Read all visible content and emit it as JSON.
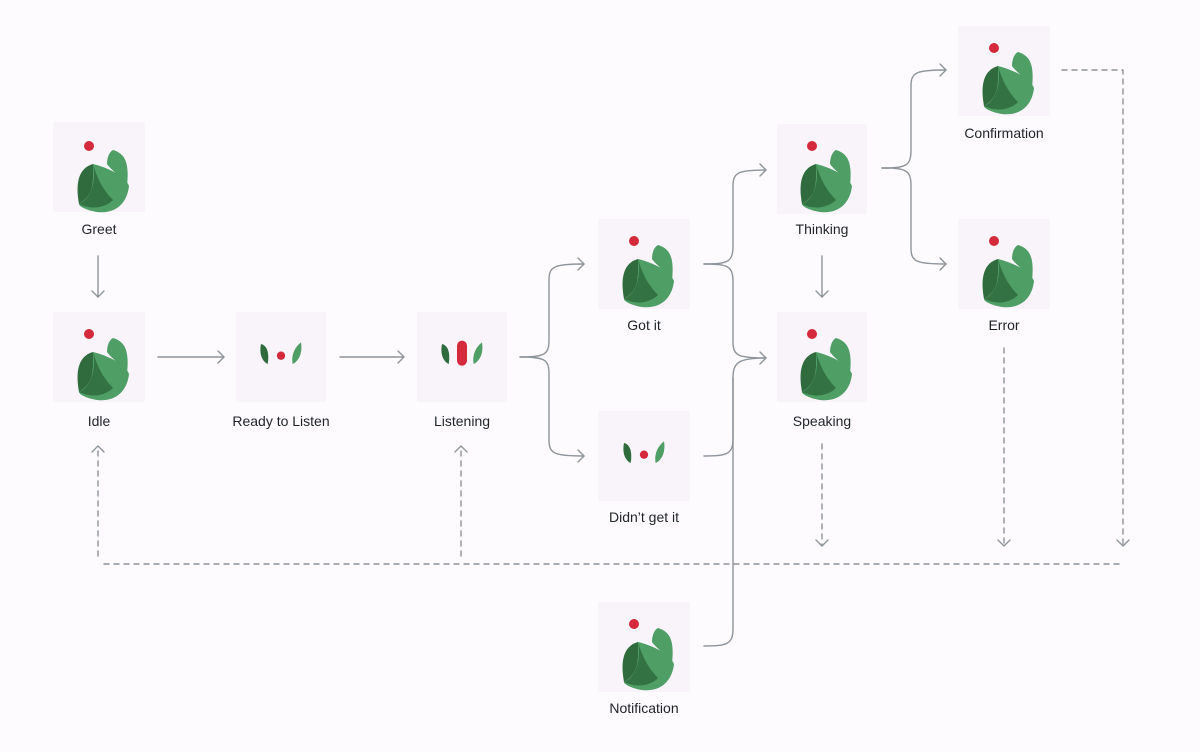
{
  "nodes": [
    {
      "id": "greet",
      "label": "Greet",
      "icon": "tulip-logo-icon"
    },
    {
      "id": "idle",
      "label": "Idle",
      "icon": "tulip-logo-icon"
    },
    {
      "id": "ready",
      "label": "Ready to Listen",
      "icon": "ready-to-listen-icon"
    },
    {
      "id": "listening",
      "label": "Listening",
      "icon": "listening-icon"
    },
    {
      "id": "gotit",
      "label": "Got it",
      "icon": "tulip-logo-icon"
    },
    {
      "id": "didnt",
      "label": "Didn’t get it",
      "icon": "ready-to-listen-icon"
    },
    {
      "id": "notification",
      "label": "Notification",
      "icon": "tulip-logo-icon"
    },
    {
      "id": "thinking",
      "label": "Thinking",
      "icon": "tulip-logo-icon"
    },
    {
      "id": "speaking",
      "label": "Speaking",
      "icon": "tulip-logo-icon"
    },
    {
      "id": "confirmation",
      "label": "Confirmation",
      "icon": "tulip-logo-icon"
    },
    {
      "id": "error",
      "label": "Error",
      "icon": "tulip-logo-icon"
    }
  ],
  "colors": {
    "leaf_dark": "#2f6b3d",
    "leaf_light": "#4e9e65",
    "dot": "#d42a3c",
    "connector": "#8e949b",
    "tile": "#f8f4fa"
  }
}
